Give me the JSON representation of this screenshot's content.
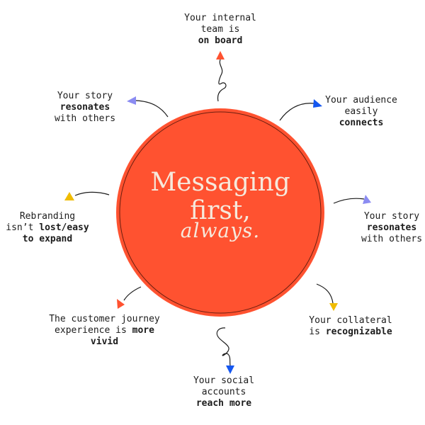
{
  "center": {
    "line1": "Messaging",
    "line2": "first,",
    "line3": "always."
  },
  "colors": {
    "circle": "#ff5230",
    "ring": "#6b1f10",
    "center_text": "#f6e9dc",
    "arrow_orange": "#ff5230",
    "arrow_blue": "#1557f0",
    "arrow_lavender": "#8b8cf2",
    "arrow_yellow": "#f0bc00",
    "text": "#1c1c1c"
  },
  "benefits": [
    {
      "id": "top",
      "lines": [
        {
          "plain": "Your internal"
        },
        {
          "plain": "team is"
        },
        {
          "bold": "on board"
        }
      ],
      "arrow_color": "orange"
    },
    {
      "id": "top-right",
      "lines": [
        {
          "plain": "Your audience"
        },
        {
          "plain": "easily"
        },
        {
          "bold": "connects"
        }
      ],
      "arrow_color": "blue"
    },
    {
      "id": "right",
      "lines": [
        {
          "plain": "Your story"
        },
        {
          "bold": "resonates"
        },
        {
          "plain": "with others"
        }
      ],
      "arrow_color": "lavender"
    },
    {
      "id": "bottom-right",
      "lines": [
        {
          "plain": "Your collateral"
        },
        {
          "plain": "is ",
          "bold": "recognizable"
        }
      ],
      "arrow_color": "yellow"
    },
    {
      "id": "bottom",
      "lines": [
        {
          "plain": "Your social"
        },
        {
          "plain": "accounts"
        },
        {
          "bold": "reach more"
        }
      ],
      "arrow_color": "blue"
    },
    {
      "id": "bottom-left",
      "lines": [
        {
          "plain": "The customer journey"
        },
        {
          "plain": "experience is ",
          "bold": "more"
        },
        {
          "bold": "vivid"
        }
      ],
      "arrow_color": "orange"
    },
    {
      "id": "left",
      "lines": [
        {
          "plain": "Rebranding"
        },
        {
          "plain": "isn’t ",
          "bold": "lost/easy"
        },
        {
          "bold": "to expand"
        }
      ],
      "arrow_color": "yellow"
    },
    {
      "id": "top-left",
      "lines": [
        {
          "plain": "Your story"
        },
        {
          "bold": "resonates"
        },
        {
          "plain": "with others"
        }
      ],
      "arrow_color": "lavender"
    }
  ]
}
